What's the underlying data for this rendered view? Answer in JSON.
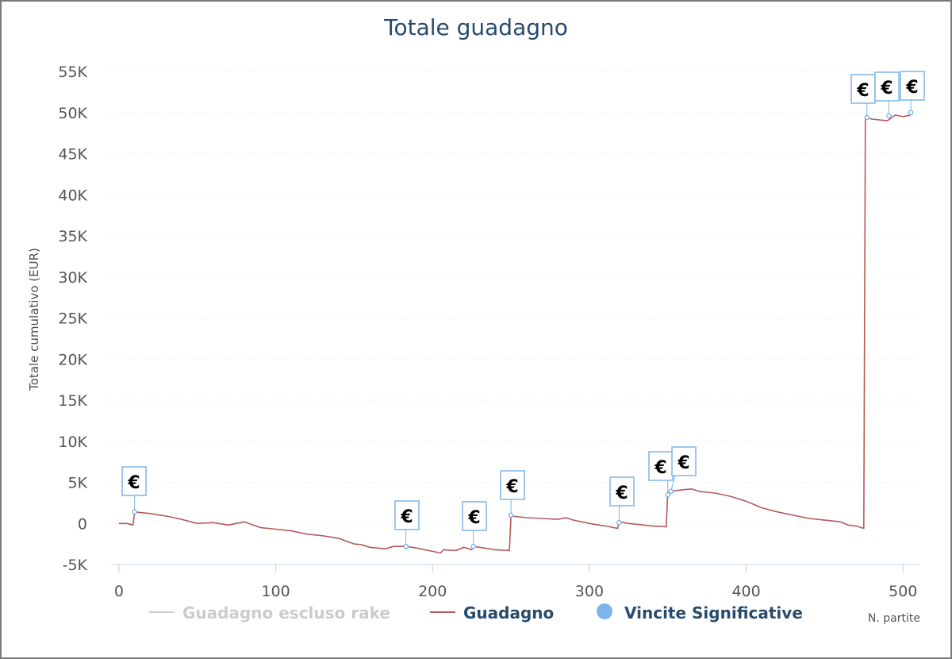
{
  "chart_data": {
    "type": "line",
    "title": "Totale guadagno",
    "xlabel": "N. partite",
    "ylabel": "Totale cumulativo (EUR)",
    "xlim": [
      -5,
      511
    ],
    "ylim": [
      -5000,
      55000
    ],
    "x_ticks": [
      0,
      100,
      200,
      300,
      400,
      500
    ],
    "x_tick_labels": [
      "0",
      "100",
      "200",
      "300",
      "400",
      "500"
    ],
    "y_ticks": [
      -5000,
      0,
      5000,
      10000,
      15000,
      20000,
      25000,
      30000,
      35000,
      40000,
      45000,
      50000,
      55000
    ],
    "y_tick_labels": [
      "-5K",
      "0",
      "5K",
      "10K",
      "15K",
      "20K",
      "25K",
      "30K",
      "35K",
      "40K",
      "45K",
      "50K",
      "55K"
    ],
    "grid": "horizontal-dotted",
    "legend_position": "bottom",
    "colors": {
      "guadagno": "#b55a5a",
      "rake": "#cccccc",
      "marker": "#7cb5ec",
      "flag": "#7cb5ec",
      "title": "#274b6d",
      "axis_text": "#555555"
    },
    "series": [
      {
        "name": "Guadagno escluso rake",
        "visible": false,
        "x": [],
        "y": []
      },
      {
        "name": "Guadagno",
        "x": [
          0,
          5,
          9,
          10,
          20,
          30,
          40,
          50,
          60,
          70,
          80,
          90,
          100,
          110,
          120,
          130,
          140,
          150,
          155,
          160,
          170,
          175,
          183,
          190,
          200,
          205,
          207,
          215,
          220,
          225,
          226,
          230,
          240,
          249,
          250,
          255,
          260,
          270,
          280,
          285,
          290,
          300,
          310,
          318,
          319,
          325,
          330,
          340,
          349,
          350,
          355,
          360,
          365,
          370,
          380,
          390,
          400,
          410,
          420,
          430,
          440,
          450,
          460,
          465,
          470,
          475,
          476,
          480,
          490,
          495,
          500,
          505
        ],
        "y": [
          0,
          0,
          -200,
          1400,
          1200,
          900,
          500,
          0,
          100,
          -200,
          200,
          -500,
          -700,
          -900,
          -1300,
          -1500,
          -1800,
          -2500,
          -2600,
          -2900,
          -3100,
          -2800,
          -2800,
          -3000,
          -3400,
          -3600,
          -3200,
          -3300,
          -2900,
          -3200,
          -2800,
          -2900,
          -3200,
          -3300,
          900,
          800,
          700,
          600,
          500,
          700,
          400,
          0,
          -300,
          -600,
          200,
          0,
          -100,
          -300,
          -400,
          3700,
          4000,
          4100,
          4200,
          3900,
          3700,
          3300,
          2700,
          1900,
          1400,
          1000,
          600,
          400,
          200,
          -200,
          -300,
          -600,
          49400,
          49200,
          49000,
          49700,
          49500,
          49700
        ]
      },
      {
        "name": "Vincite Significative",
        "type": "flags",
        "marker_label": "€",
        "x": [
          10,
          183,
          226,
          250,
          319,
          350,
          352,
          477,
          491,
          505
        ],
        "y": [
          1400,
          -2800,
          -2800,
          1000,
          100,
          3500,
          3900,
          49400,
          49600,
          50000
        ]
      }
    ]
  }
}
